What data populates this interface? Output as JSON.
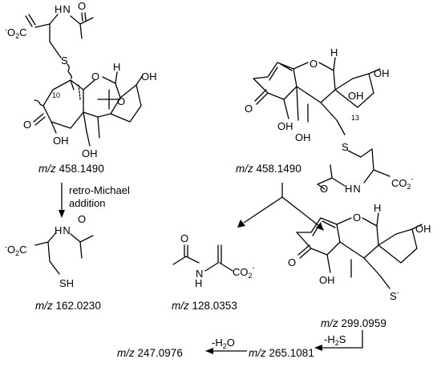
{
  "compounds": [
    {
      "id": "conjugate_c10",
      "mz_prefix": "m/z",
      "mz_value": "458.1490",
      "position_label": "10"
    },
    {
      "id": "conjugate_c13",
      "mz_prefix": "m/z",
      "mz_value": "458.1490",
      "position_label": "13"
    },
    {
      "id": "n_acetylcysteine",
      "mz_prefix": "m/z",
      "mz_value": "162.0230",
      "group_label": "SH"
    },
    {
      "id": "dehydroalanine",
      "mz_prefix": "m/z",
      "mz_value": "128.0353"
    },
    {
      "id": "thiolate_fragment",
      "mz_prefix": "m/z",
      "mz_value": "299.0959",
      "group_label": "S"
    },
    {
      "id": "fragment_265",
      "mz_prefix": "m/z",
      "mz_value": "265.1081"
    },
    {
      "id": "fragment_247",
      "mz_prefix": "m/z",
      "mz_value": "247.0976"
    }
  ],
  "atom_labels": {
    "O": "O",
    "OH": "OH",
    "H": "H",
    "S": "S",
    "N": "N",
    "HN_left": "H",
    "O2C": "O",
    "O2C_sub": "2",
    "O2C_C": "C",
    "CO2": "CO",
    "CO2_sub": "2",
    "charge": "-"
  },
  "arrows": [
    {
      "id": "retro_michael",
      "label_line1": "retro-Michael",
      "label_line2": "addition"
    },
    {
      "id": "loss_h2s",
      "label_prefix": "-H",
      "label_sub": "2",
      "label_suffix": "S"
    },
    {
      "id": "loss_h2o",
      "label_prefix": "-H",
      "label_sub": "2",
      "label_suffix": "O"
    }
  ]
}
